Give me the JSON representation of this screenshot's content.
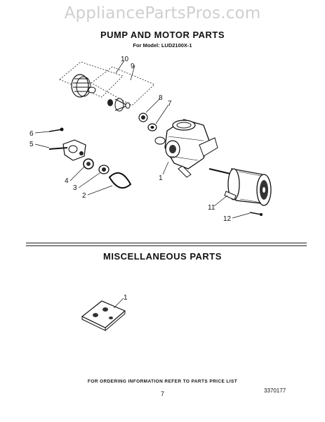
{
  "watermark": "AppliancePartsPros.com",
  "section1": {
    "title": "PUMP AND MOTOR PARTS",
    "model_line": "For Model: LUD2100X-1"
  },
  "section2": {
    "title": "MISCELLANEOUS PARTS"
  },
  "callouts": [
    "10",
    "9",
    "8",
    "7",
    "6",
    "5",
    "1",
    "4",
    "3",
    "2",
    "11",
    "12"
  ],
  "misc_callouts": [
    "1"
  ],
  "footer": {
    "order_note": "FOR ORDERING INFORMATION REFER TO PARTS PRICE LIST",
    "page_number": "7",
    "doc_number": "3370177"
  }
}
